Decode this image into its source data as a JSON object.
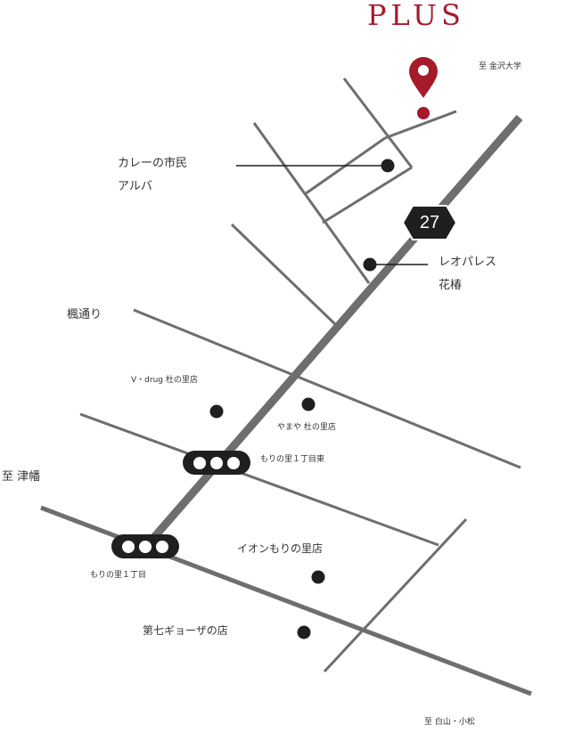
{
  "title": "PLUS",
  "route_number": "27",
  "accent_color": "#a51b2b",
  "road_color": "#6e6e6e",
  "marker_color": "#1f1f1f",
  "icons": {
    "destination": "map-pin-icon",
    "traffic_signal": "traffic-light-icon",
    "route_shield": "hexagon-route-icon"
  },
  "directions": {
    "kanazawa_univ": "至 金沢大学",
    "tsubata": "至 津幡",
    "hakusan_komatsu": "至 白山・小松"
  },
  "streets": {
    "kaede": "楓通り"
  },
  "landmarks": {
    "curry_line1": "カレーの市民",
    "curry_line2": "アルバ",
    "leopalace_line1": "レオパレス",
    "leopalace_line2": "花椿",
    "vdrug": "V・drug 杜の里店",
    "yamaya": "やまや 杜の里店",
    "aeon": "イオンもりの里店",
    "gyoza": "第七ギョーザの店"
  },
  "intersections": {
    "morinosato_east": "もりの里１丁目東",
    "morinosato": "もりの里１丁目"
  }
}
